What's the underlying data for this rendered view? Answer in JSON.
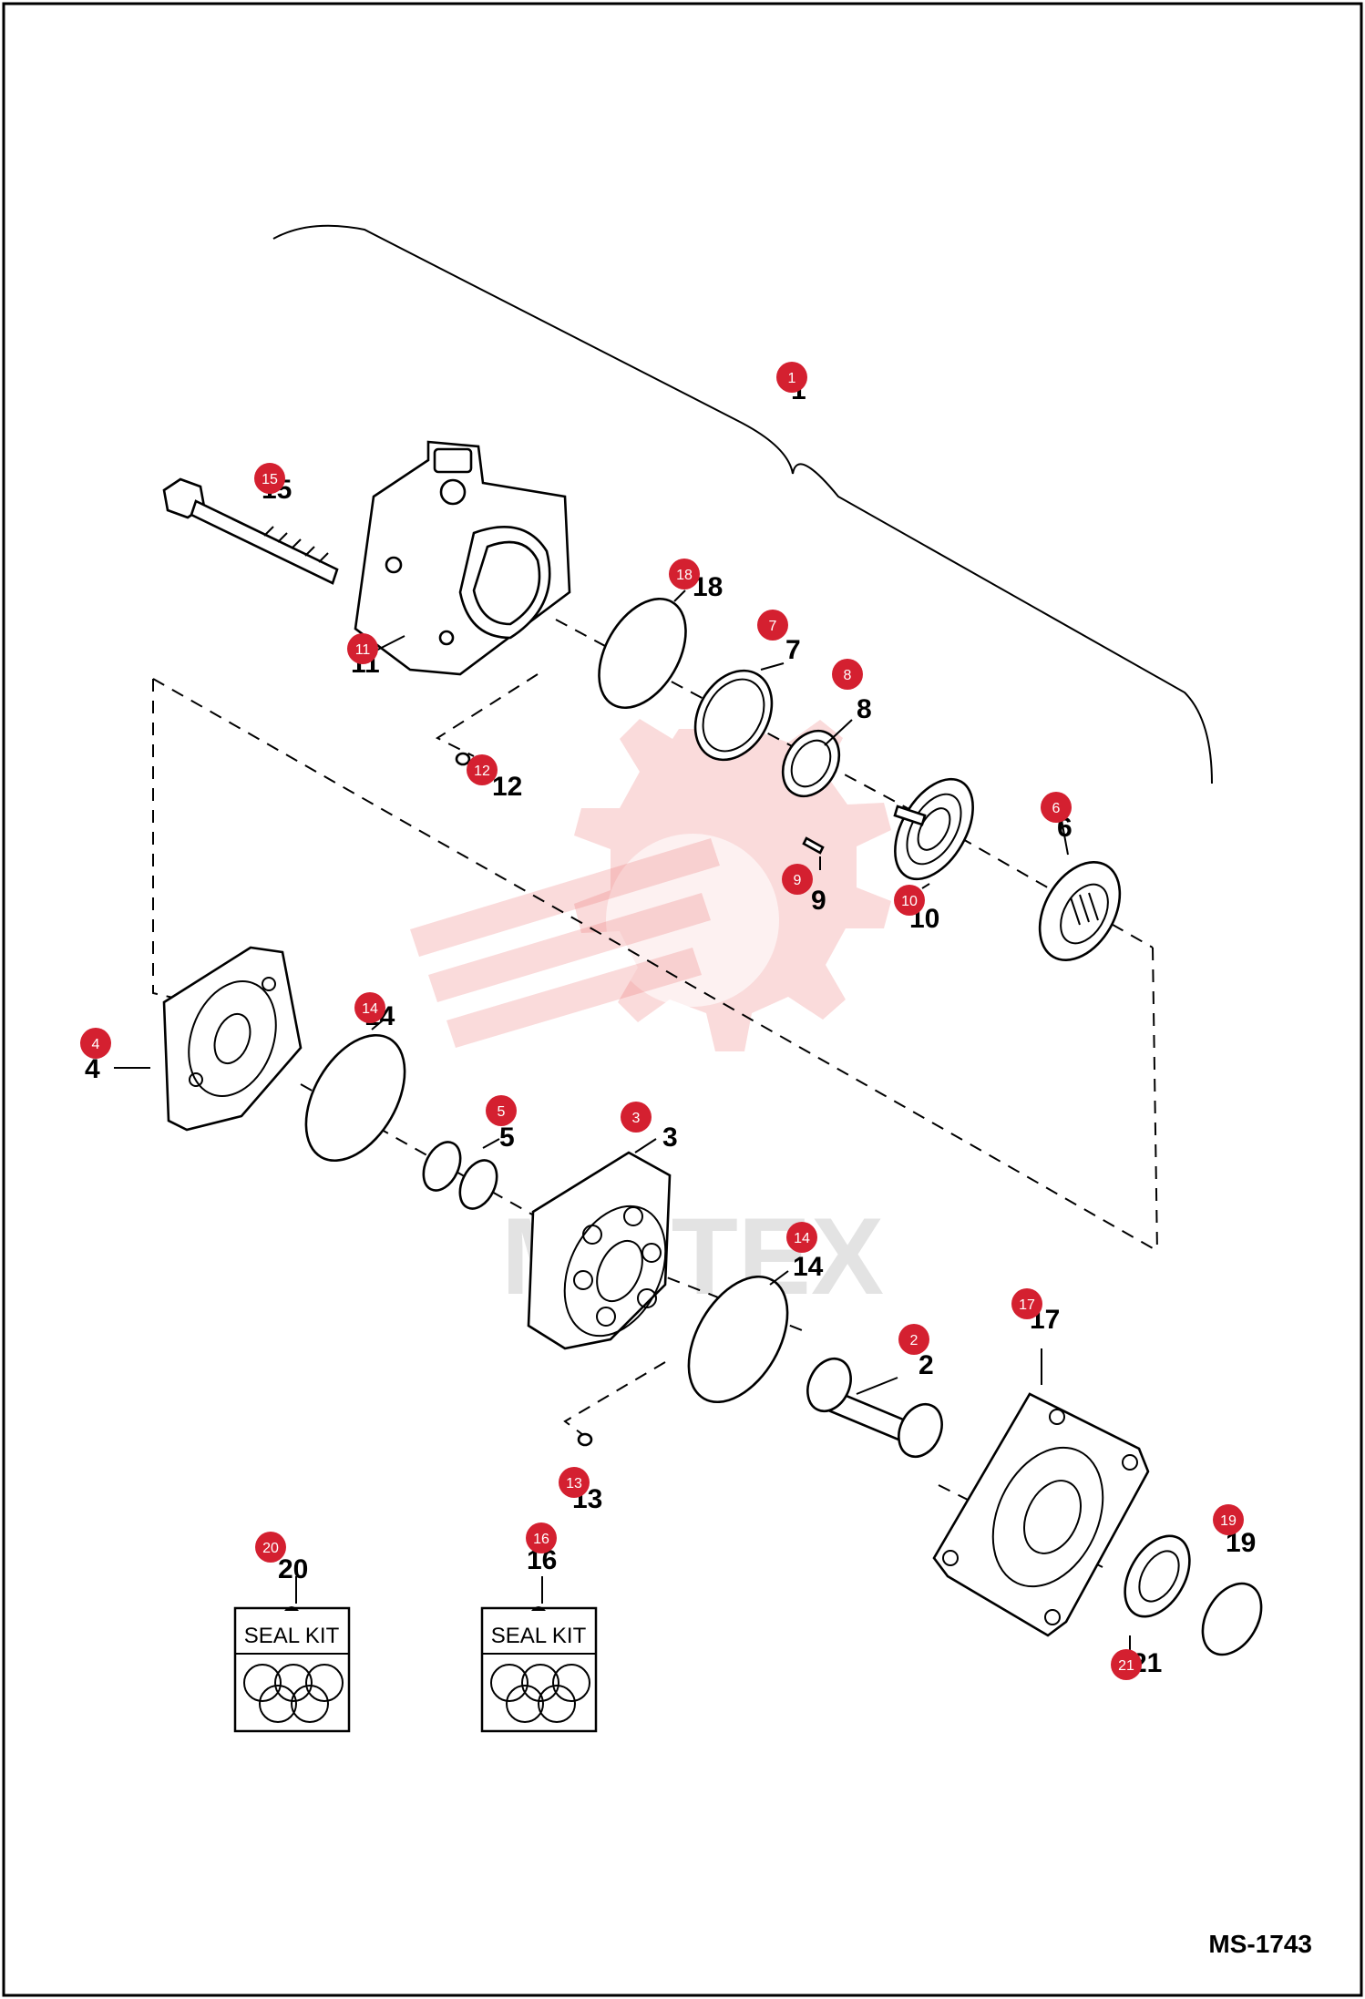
{
  "diagram_id": "MS-1743",
  "watermark_text": "MUTEX",
  "seal_kits": [
    {
      "number": "20",
      "label": "SEAL KIT"
    },
    {
      "number": "16",
      "label": "SEAL KIT"
    }
  ],
  "badges": [
    "1",
    "15",
    "11",
    "18",
    "7",
    "8",
    "12",
    "6",
    "9",
    "10",
    "4",
    "14",
    "5",
    "3",
    "14",
    "2",
    "17",
    "13",
    "20",
    "16",
    "19",
    "21"
  ],
  "numbers": [
    "1",
    "15",
    "11",
    "18",
    "7",
    "8",
    "12",
    "6",
    "9",
    "10",
    "4",
    "14",
    "5",
    "3",
    "14",
    "2",
    "17",
    "13",
    "20",
    "16",
    "19",
    "21"
  ],
  "colors": {
    "badge": "#d42030",
    "line": "#000000",
    "watermark": "#e85c5c"
  }
}
